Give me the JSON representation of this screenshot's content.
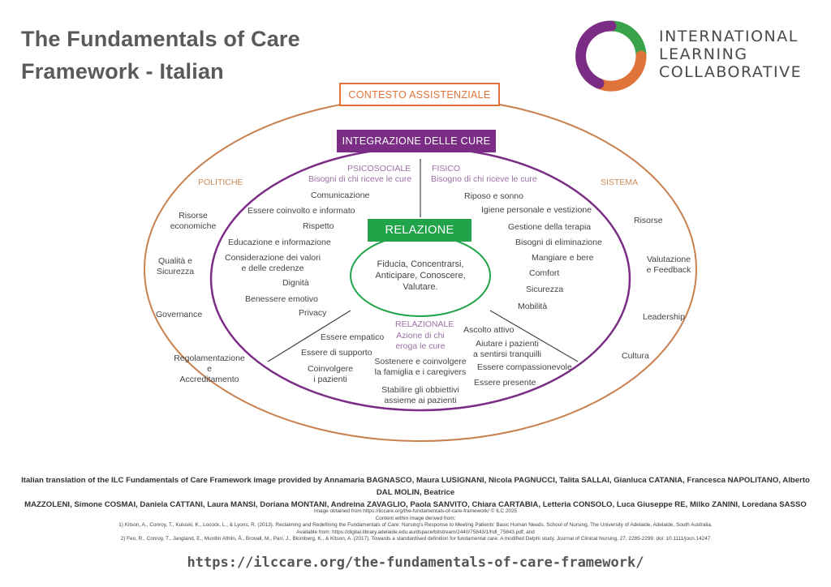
{
  "title": {
    "line1": "The Fundamentals of Care",
    "line2": "Framework - Italian"
  },
  "logo": {
    "line1": "INTERNATIONAL",
    "line2": "LEARNING",
    "line3": "COLLABORATIVE",
    "colors": {
      "green": "#3aa24a",
      "orange": "#e0733a",
      "purple": "#7b2d86"
    }
  },
  "diagram": {
    "contesto": "CONTESTO ASSISTENZIALE",
    "integrazione": "INTEGRAZIONE DELLE CURE",
    "relazione": "RELAZIONE",
    "center": {
      "line1": "Fiducia, Concentrarsi,",
      "line2": "Anticipare, Conoscere,",
      "line3": "Valutare."
    },
    "politiche": {
      "heading": "POLITICHE",
      "items": [
        {
          "line1": "Risorse",
          "line2": "economiche"
        },
        {
          "line1": "Qualità e",
          "line2": "Sicurezza"
        },
        {
          "line1": "Governance"
        },
        {
          "line1": "Regolamentazione",
          "line2": "e",
          "line3": "Accreditamento"
        }
      ]
    },
    "sistema": {
      "heading": "SISTEMA",
      "items": [
        {
          "line1": "Risorse"
        },
        {
          "line1": "Valutazione",
          "line2": "e Feedback"
        },
        {
          "line1": "Leadership"
        },
        {
          "line1": "Cultura"
        }
      ]
    },
    "psicosociale": {
      "heading": "PSICOSOCIALE",
      "subheading": "Bisogni di chi riceve le cure",
      "items": [
        "Comunicazione",
        "Essere coinvolto e informato",
        "Rispetto",
        "Educazione e informazione",
        "Considerazione dei valori",
        "e delle credenze",
        "Dignità",
        "Benessere emotivo",
        "Privacy"
      ]
    },
    "fisico": {
      "heading": "FISICO",
      "subheading": "Bisogno di chi riceve le cure",
      "items": [
        "Riposo e sonno",
        "Igiene personale e vestizione",
        "Gestione della terapia",
        "Bisogni di eliminazione",
        "Mangiare e bere",
        "Comfort",
        "Sicurezza",
        "Mobilità"
      ]
    },
    "relazionale": {
      "heading": "RELAZIONALE",
      "sub1": "Azione di chi",
      "sub2": "eroga le cure",
      "left": [
        "Essere empatico",
        "Essere di supporto",
        "Coinvolgere",
        "i pazienti"
      ],
      "center": [
        "Sostenere e coinvolgere",
        "la famiglia e i caregivers",
        "Stabilire gli obbiettivi",
        "assieme ai pazienti"
      ],
      "right": [
        "Ascolto attivo",
        "Aiutare i pazienti",
        "a sentirsi tranquilli",
        "Essere compassionevole",
        "Essere presente"
      ]
    },
    "colors": {
      "outer": "#c8814f",
      "inner": "#7b2d86",
      "green": "#21a34a",
      "orange": "#e0733a"
    }
  },
  "credits": {
    "line1": "Italian translation of the ILC Fundamentals of Care Framework image provided by Annamaria BAGNASCO, Maura LUSIGNANI, Nicola PAGNUCCI, Talita SALLAI, Gianluca CATANIA, Francesca NAPOLITANO, Alberto DAL MOLIN, Beatrice",
    "line2": "MAZZOLENI, Simone COSMAI, Daniela CATTANI, Laura MANSI, Doriana MONTANI, Andreina ZAVAGLIO, Paola SANVITO, Chiara CARTABIA, Letteria CONSOLO, Luca Giuseppe RE, Milko ZANINI, Loredana SASSO"
  },
  "refs": {
    "r1": "Image obtained from https://ilccare.org/the-fundamentals-of-care-framework/ © ILC 2025",
    "r2": "Content within image derived from:",
    "r3": "1) Kitson, A., Conroy, T., Kuluski, K., Locock, L., & Lyons, R. (2013). Reclaiming and Redefining the Fundamentals of Care: Nursing's Response to Meeting Patients' Basic Human Needs. School of Nursing, The University of Adelaide, Adelaide, South Australia.",
    "r4": "Available from: https://digital.library.adelaide.edu.au/dspace/bitstream/2440/75843/1/hdl_75843.pdf; and",
    "r5": "2) Feo, R., Conroy, T., Jangland, E., Muntlin Athlin, Å., Brovall, M., Parr, J., Blomberg, K., & Kitson, A. (2017). Towards a standardised definition for fundamental care: A modified Delphi study. Journal of Clinical Nursing, 27, 2285-2299. doi: 10.1111/jocn.14247"
  },
  "url": "https://ilccare.org/the-fundamentals-of-care-framework/"
}
